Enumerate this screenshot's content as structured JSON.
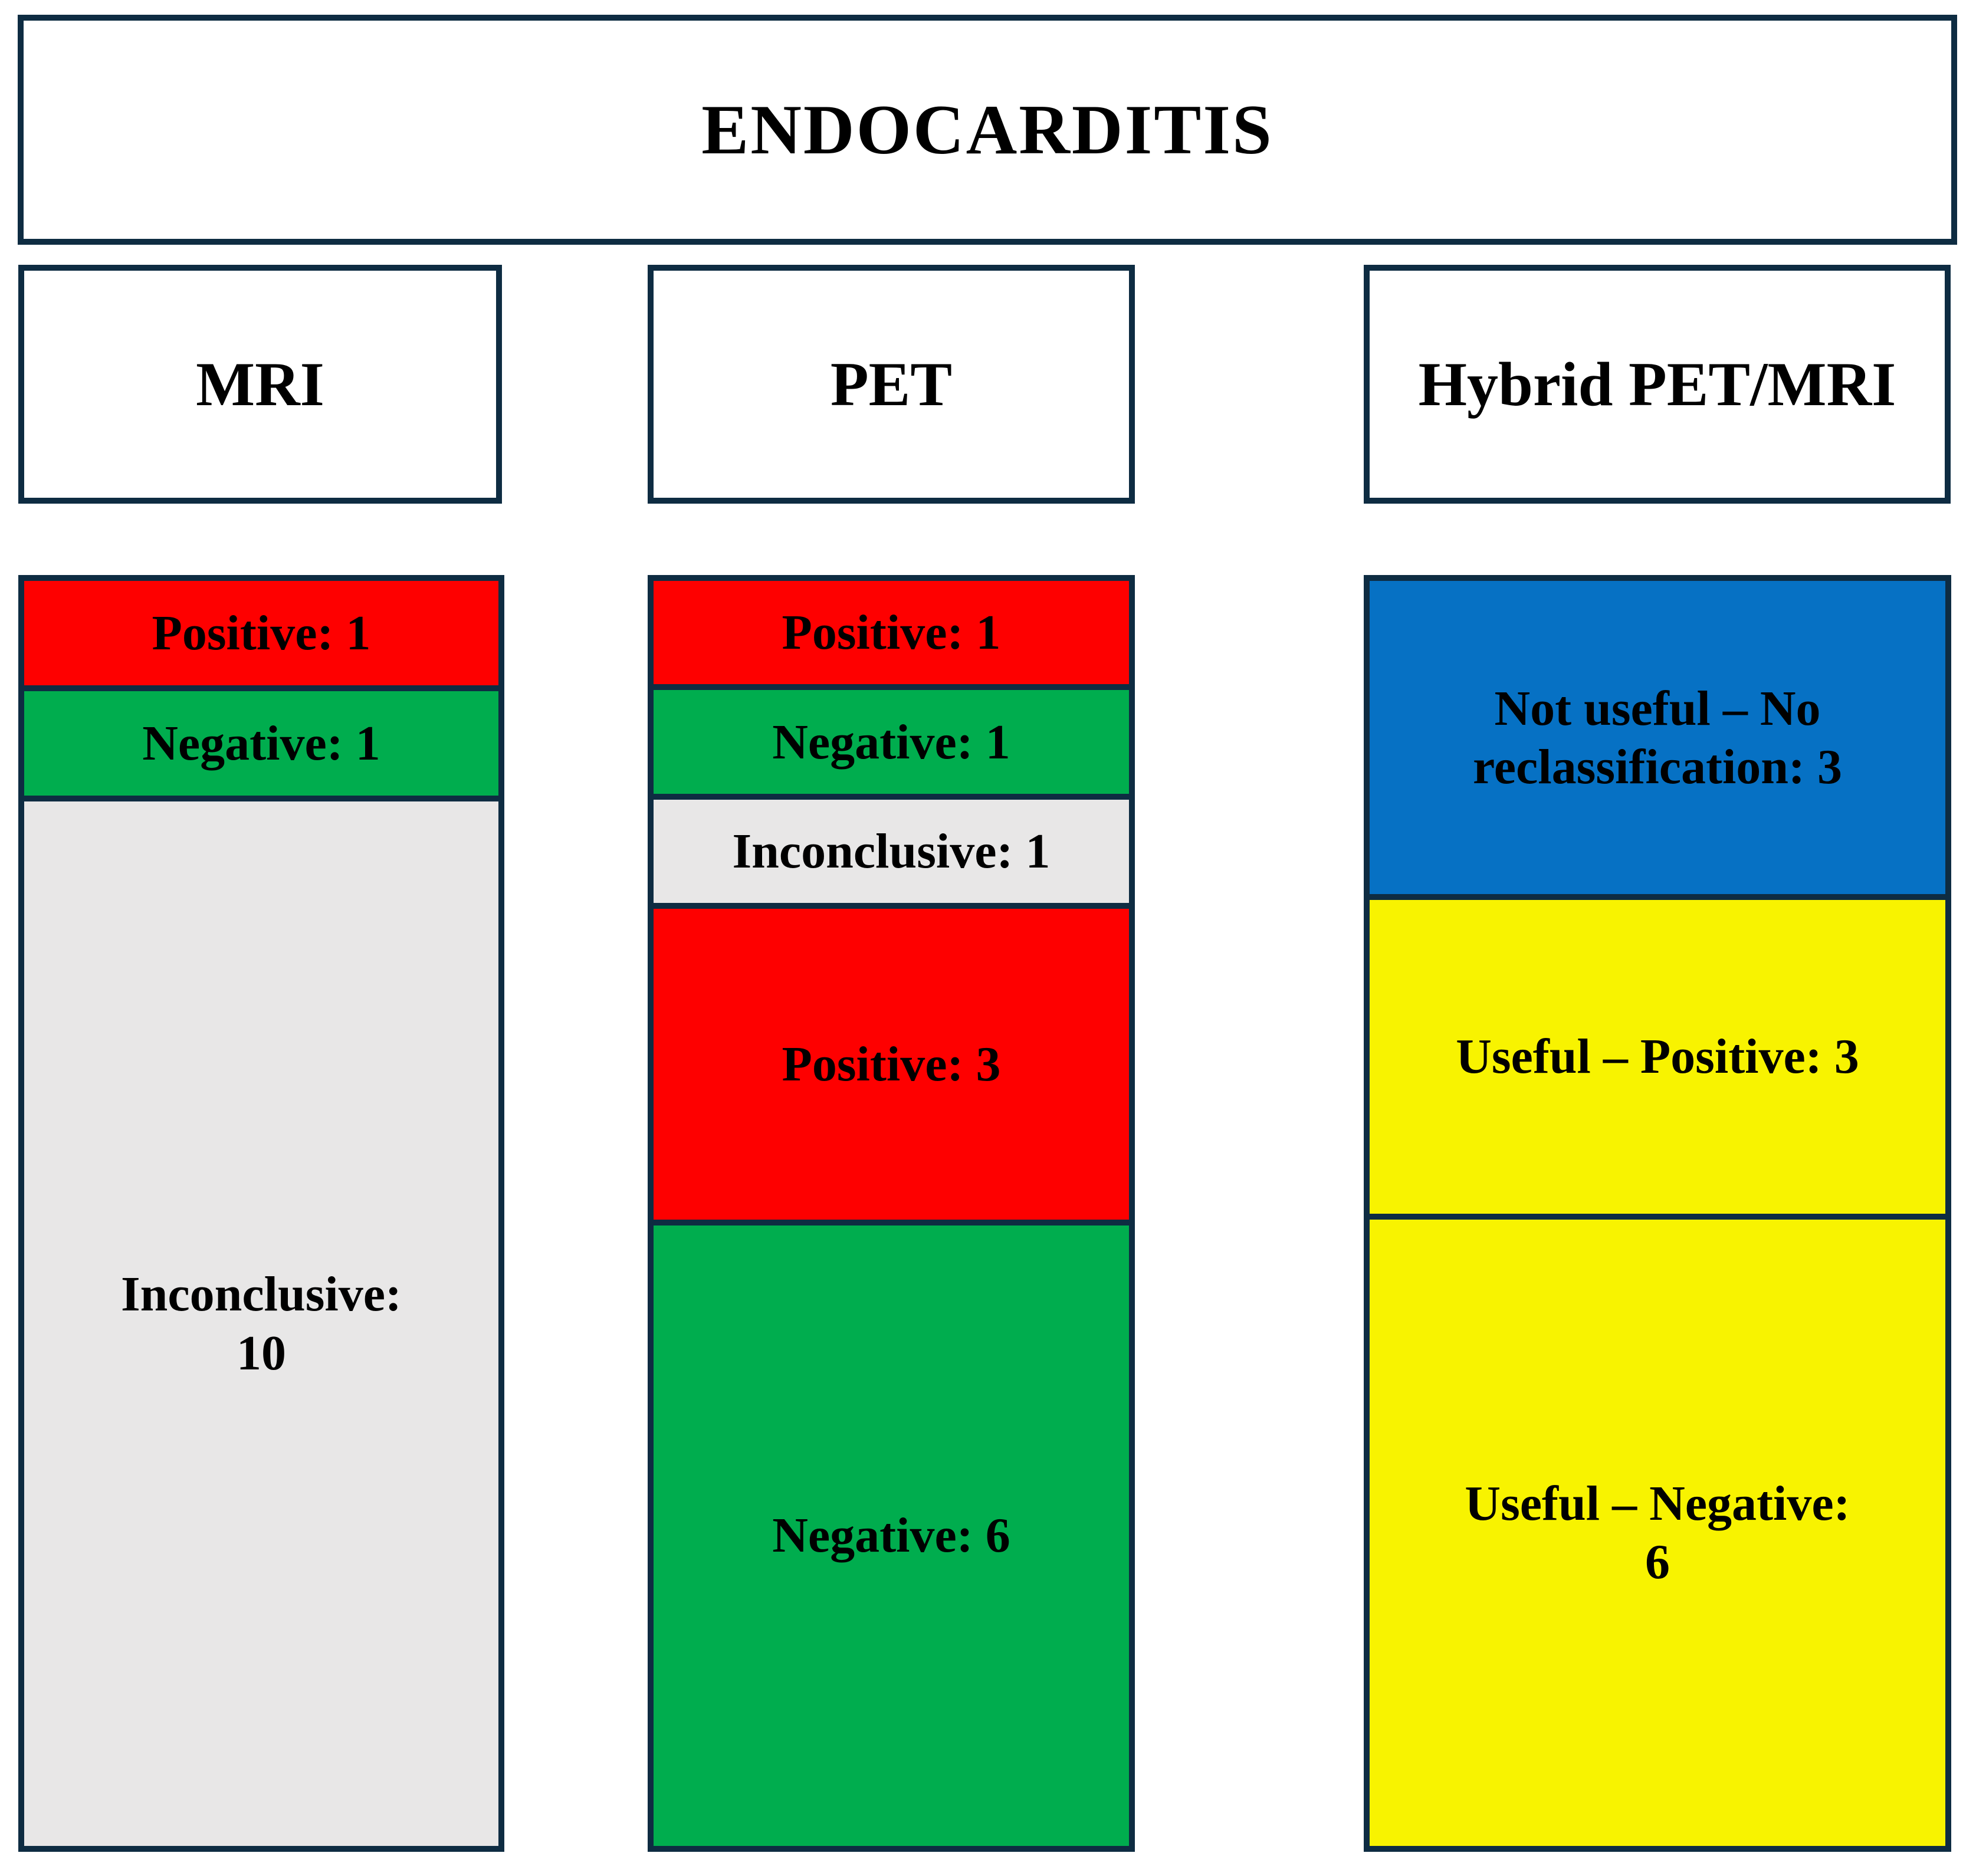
{
  "title": "ENDOCARDITIS",
  "colors": {
    "border": "#0e2c42",
    "box_fill": "#ffffff",
    "text": "#000000",
    "red": "#fe0000",
    "green": "#00ad4e",
    "gray": "#e8e7e7",
    "blue": "#0671c4",
    "yellow": "#f8f300"
  },
  "columns": [
    {
      "header": "MRI",
      "segments": [
        {
          "label": "Positive: 1",
          "value": 1,
          "color_key": "red"
        },
        {
          "label": "Negative: 1",
          "value": 1,
          "color_key": "green"
        },
        {
          "label": "Inconclusive:\n10",
          "value": 10,
          "color_key": "gray"
        }
      ]
    },
    {
      "header": "PET",
      "segments": [
        {
          "label": "Positive: 1",
          "value": 1,
          "color_key": "red"
        },
        {
          "label": "Negative: 1",
          "value": 1,
          "color_key": "green"
        },
        {
          "label": "Inconclusive: 1",
          "value": 1,
          "color_key": "gray"
        },
        {
          "label": "Positive: 3",
          "value": 3,
          "color_key": "red"
        },
        {
          "label": "Negative: 6",
          "value": 6,
          "color_key": "green"
        }
      ]
    },
    {
      "header": "Hybrid PET/MRI",
      "segments": [
        {
          "label": "Not useful – No\nreclassification: 3",
          "value": 3,
          "color_key": "blue"
        },
        {
          "label": "Useful – Positive: 3",
          "value": 3,
          "color_key": "yellow"
        },
        {
          "label": "Useful – Negative:\n6",
          "value": 6,
          "color_key": "yellow"
        }
      ]
    }
  ],
  "chart_data": {
    "type": "bar",
    "stacked": true,
    "title": "ENDOCARDITIS",
    "categories": [
      "MRI",
      "PET",
      "Hybrid PET/MRI"
    ],
    "units_per_column": 12,
    "series_by_category": {
      "MRI": [
        {
          "label": "Positive",
          "value": 1,
          "color": "#fe0000"
        },
        {
          "label": "Negative",
          "value": 1,
          "color": "#00ad4e"
        },
        {
          "label": "Inconclusive",
          "value": 10,
          "color": "#e8e7e7"
        }
      ],
      "PET": [
        {
          "label": "Positive",
          "value": 1,
          "color": "#fe0000"
        },
        {
          "label": "Negative",
          "value": 1,
          "color": "#00ad4e"
        },
        {
          "label": "Inconclusive",
          "value": 1,
          "color": "#e8e7e7"
        },
        {
          "label": "Positive",
          "value": 3,
          "color": "#fe0000"
        },
        {
          "label": "Negative",
          "value": 6,
          "color": "#00ad4e"
        }
      ],
      "Hybrid PET/MRI": [
        {
          "label": "Not useful – No reclassification",
          "value": 3,
          "color": "#0671c4"
        },
        {
          "label": "Useful – Positive",
          "value": 3,
          "color": "#f8f300"
        },
        {
          "label": "Useful – Negative",
          "value": 6,
          "color": "#f8f300"
        }
      ]
    }
  }
}
